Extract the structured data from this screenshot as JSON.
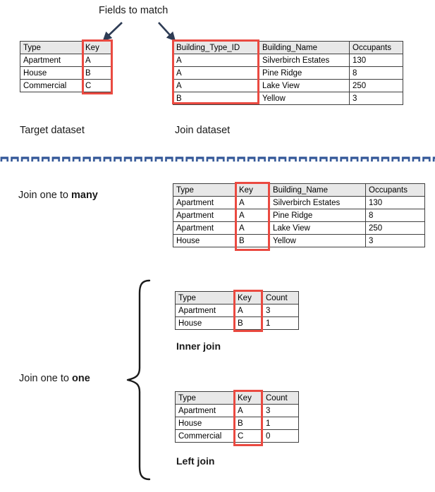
{
  "annotations": {
    "fields_to_match": "Fields to match",
    "target_dataset": "Target dataset",
    "join_dataset": "Join dataset",
    "join_one_to_many_prefix": "Join one to ",
    "join_one_to_many_emphasis": "many",
    "join_one_to_one_prefix": "Join one to ",
    "join_one_to_one_emphasis": "one",
    "inner_join": "Inner join",
    "left_join": "Left join"
  },
  "colors": {
    "highlight_red": "#ea4a41",
    "arrow_navy": "#2e3c55",
    "divider_blue": "#2f5496",
    "header_grey": "#e8e8e8",
    "border_dark": "#3f3f3f"
  },
  "target_dataset_table": {
    "headers": [
      "Type",
      "Key"
    ],
    "rows": [
      [
        "Apartment",
        "A"
      ],
      [
        "House",
        "B"
      ],
      [
        "Commercial",
        "C"
      ]
    ]
  },
  "join_dataset_table": {
    "headers": [
      "Building_Type_ID",
      "Building_Name",
      "Occupants"
    ],
    "rows": [
      [
        "A",
        "Silverbirch Estates",
        "130"
      ],
      [
        "A",
        "Pine Ridge",
        "8"
      ],
      [
        "A",
        "Lake View",
        "250"
      ],
      [
        "B",
        "Yellow",
        "3"
      ]
    ]
  },
  "one_to_many_table": {
    "headers": [
      "Type",
      "Key",
      "Building_Name",
      "Occupants"
    ],
    "rows": [
      [
        "Apartment",
        "A",
        "Silverbirch Estates",
        "130"
      ],
      [
        "Apartment",
        "A",
        "Pine Ridge",
        "8"
      ],
      [
        "Apartment",
        "A",
        "Lake View",
        "250"
      ],
      [
        "House",
        "B",
        "Yellow",
        "3"
      ]
    ]
  },
  "inner_join_table": {
    "headers": [
      "Type",
      "Key",
      "Count"
    ],
    "rows": [
      [
        "Apartment",
        "A",
        "3"
      ],
      [
        "House",
        "B",
        "1"
      ]
    ]
  },
  "left_join_table": {
    "headers": [
      "Type",
      "Key",
      "Count"
    ],
    "rows": [
      [
        "Apartment",
        "A",
        "3"
      ],
      [
        "House",
        "B",
        "1"
      ],
      [
        "Commercial",
        "C",
        "0"
      ]
    ]
  }
}
